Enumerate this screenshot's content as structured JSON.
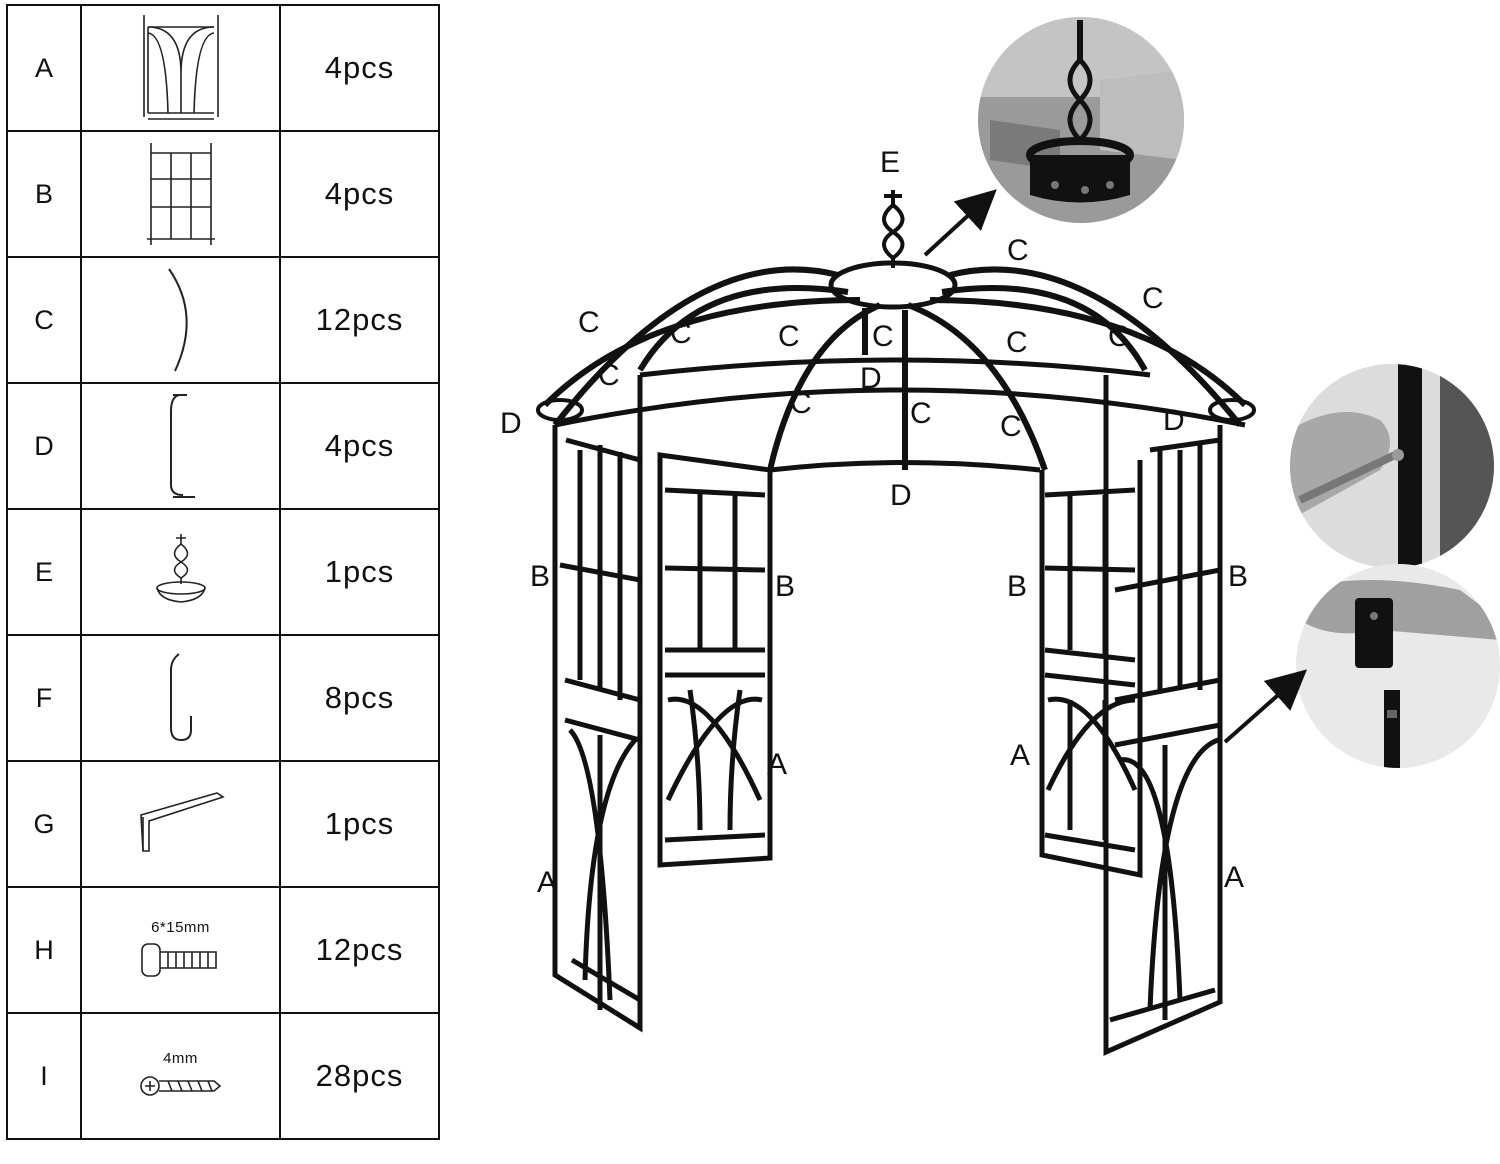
{
  "parts": [
    {
      "letter": "A",
      "qty": "4pcs",
      "icon": "gothic-arch-panel-icon"
    },
    {
      "letter": "B",
      "qty": "4pcs",
      "icon": "grid-panel-icon"
    },
    {
      "letter": "C",
      "qty": "12pcs",
      "icon": "curved-rod-icon"
    },
    {
      "letter": "D",
      "qty": "4pcs",
      "icon": "bracket-rod-icon"
    },
    {
      "letter": "E",
      "qty": "1pcs",
      "icon": "finial-top-icon"
    },
    {
      "letter": "F",
      "qty": "8pcs",
      "icon": "hook-icon"
    },
    {
      "letter": "G",
      "qty": "1pcs",
      "icon": "hex-key-icon"
    },
    {
      "letter": "H",
      "qty": "12pcs",
      "spec": "6*15mm",
      "icon": "bolt-icon"
    },
    {
      "letter": "I",
      "qty": "28pcs",
      "spec": "4mm",
      "icon": "screw-icon"
    }
  ],
  "diagram_labels": {
    "top": "E",
    "roof_arch": "C",
    "ring": "D",
    "grid_panel": "B",
    "arch_panel": "A"
  },
  "photos": [
    "finial-photo",
    "screwdriver-photo",
    "pole-joint-photo"
  ]
}
